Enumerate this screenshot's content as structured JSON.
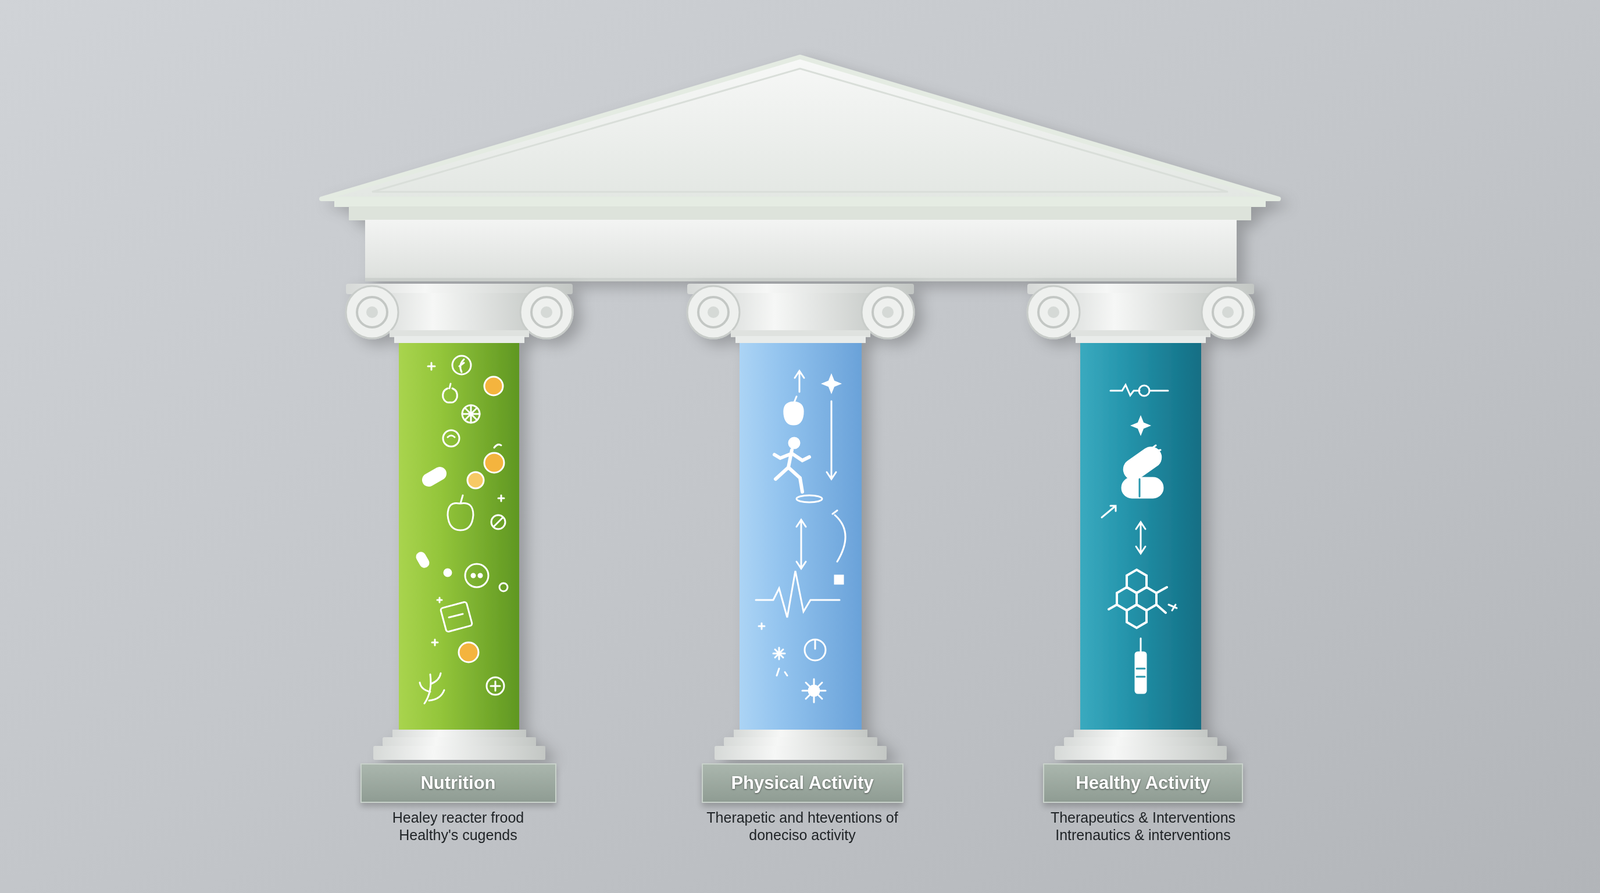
{
  "diagram": {
    "nodes": [
      {
        "text": [
          "Nutrition",
          "Healey reacter frood Healthy's cugends"
        ]
      },
      {
        "text": [
          "Physical Activity",
          "Therapetic and hteventions of doneciso activity"
        ]
      },
      {
        "text": [
          "Healthy Activity",
          "Therapeutics & Interventions Intrenautics & interventions"
        ]
      }
    ]
  }
}
